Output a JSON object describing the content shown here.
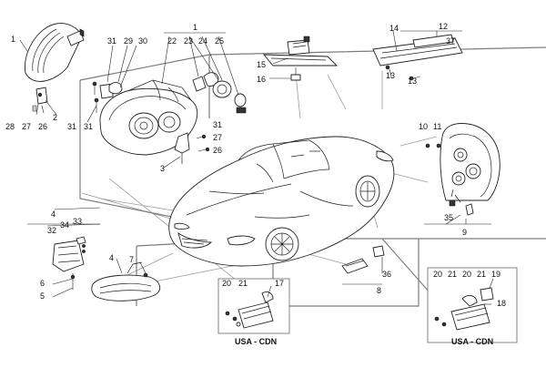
{
  "callouts": {
    "c1a": "1",
    "c1b": "1",
    "c2": "2",
    "c3": "3",
    "c4a": "4",
    "c4b": "4",
    "c5": "5",
    "c6": "6",
    "c7": "7",
    "c8": "8",
    "c9": "9",
    "c10": "10",
    "c11": "11",
    "c12": "12",
    "c13a": "13",
    "c13b": "13",
    "c14": "14",
    "c15": "15",
    "c16": "16",
    "c17": "17",
    "c18": "18",
    "c19": "19",
    "c20a": "20",
    "c20b": "20",
    "c20c": "20",
    "c21a": "21",
    "c21b": "21",
    "c21c": "21",
    "c22": "22",
    "c23": "23",
    "c24": "24",
    "c25": "25",
    "c26a": "26",
    "c26b": "26",
    "c27a": "27",
    "c27b": "27",
    "c28": "28",
    "c29": "29",
    "c30": "30",
    "c31a": "31",
    "c31b": "31",
    "c31c": "31",
    "c31d": "31",
    "c32": "32",
    "c33": "33",
    "c34": "34",
    "c35": "35",
    "c36": "36",
    "c37": "37"
  },
  "captions": {
    "market_left": "USA - CDN",
    "market_right": "USA - CDN"
  }
}
